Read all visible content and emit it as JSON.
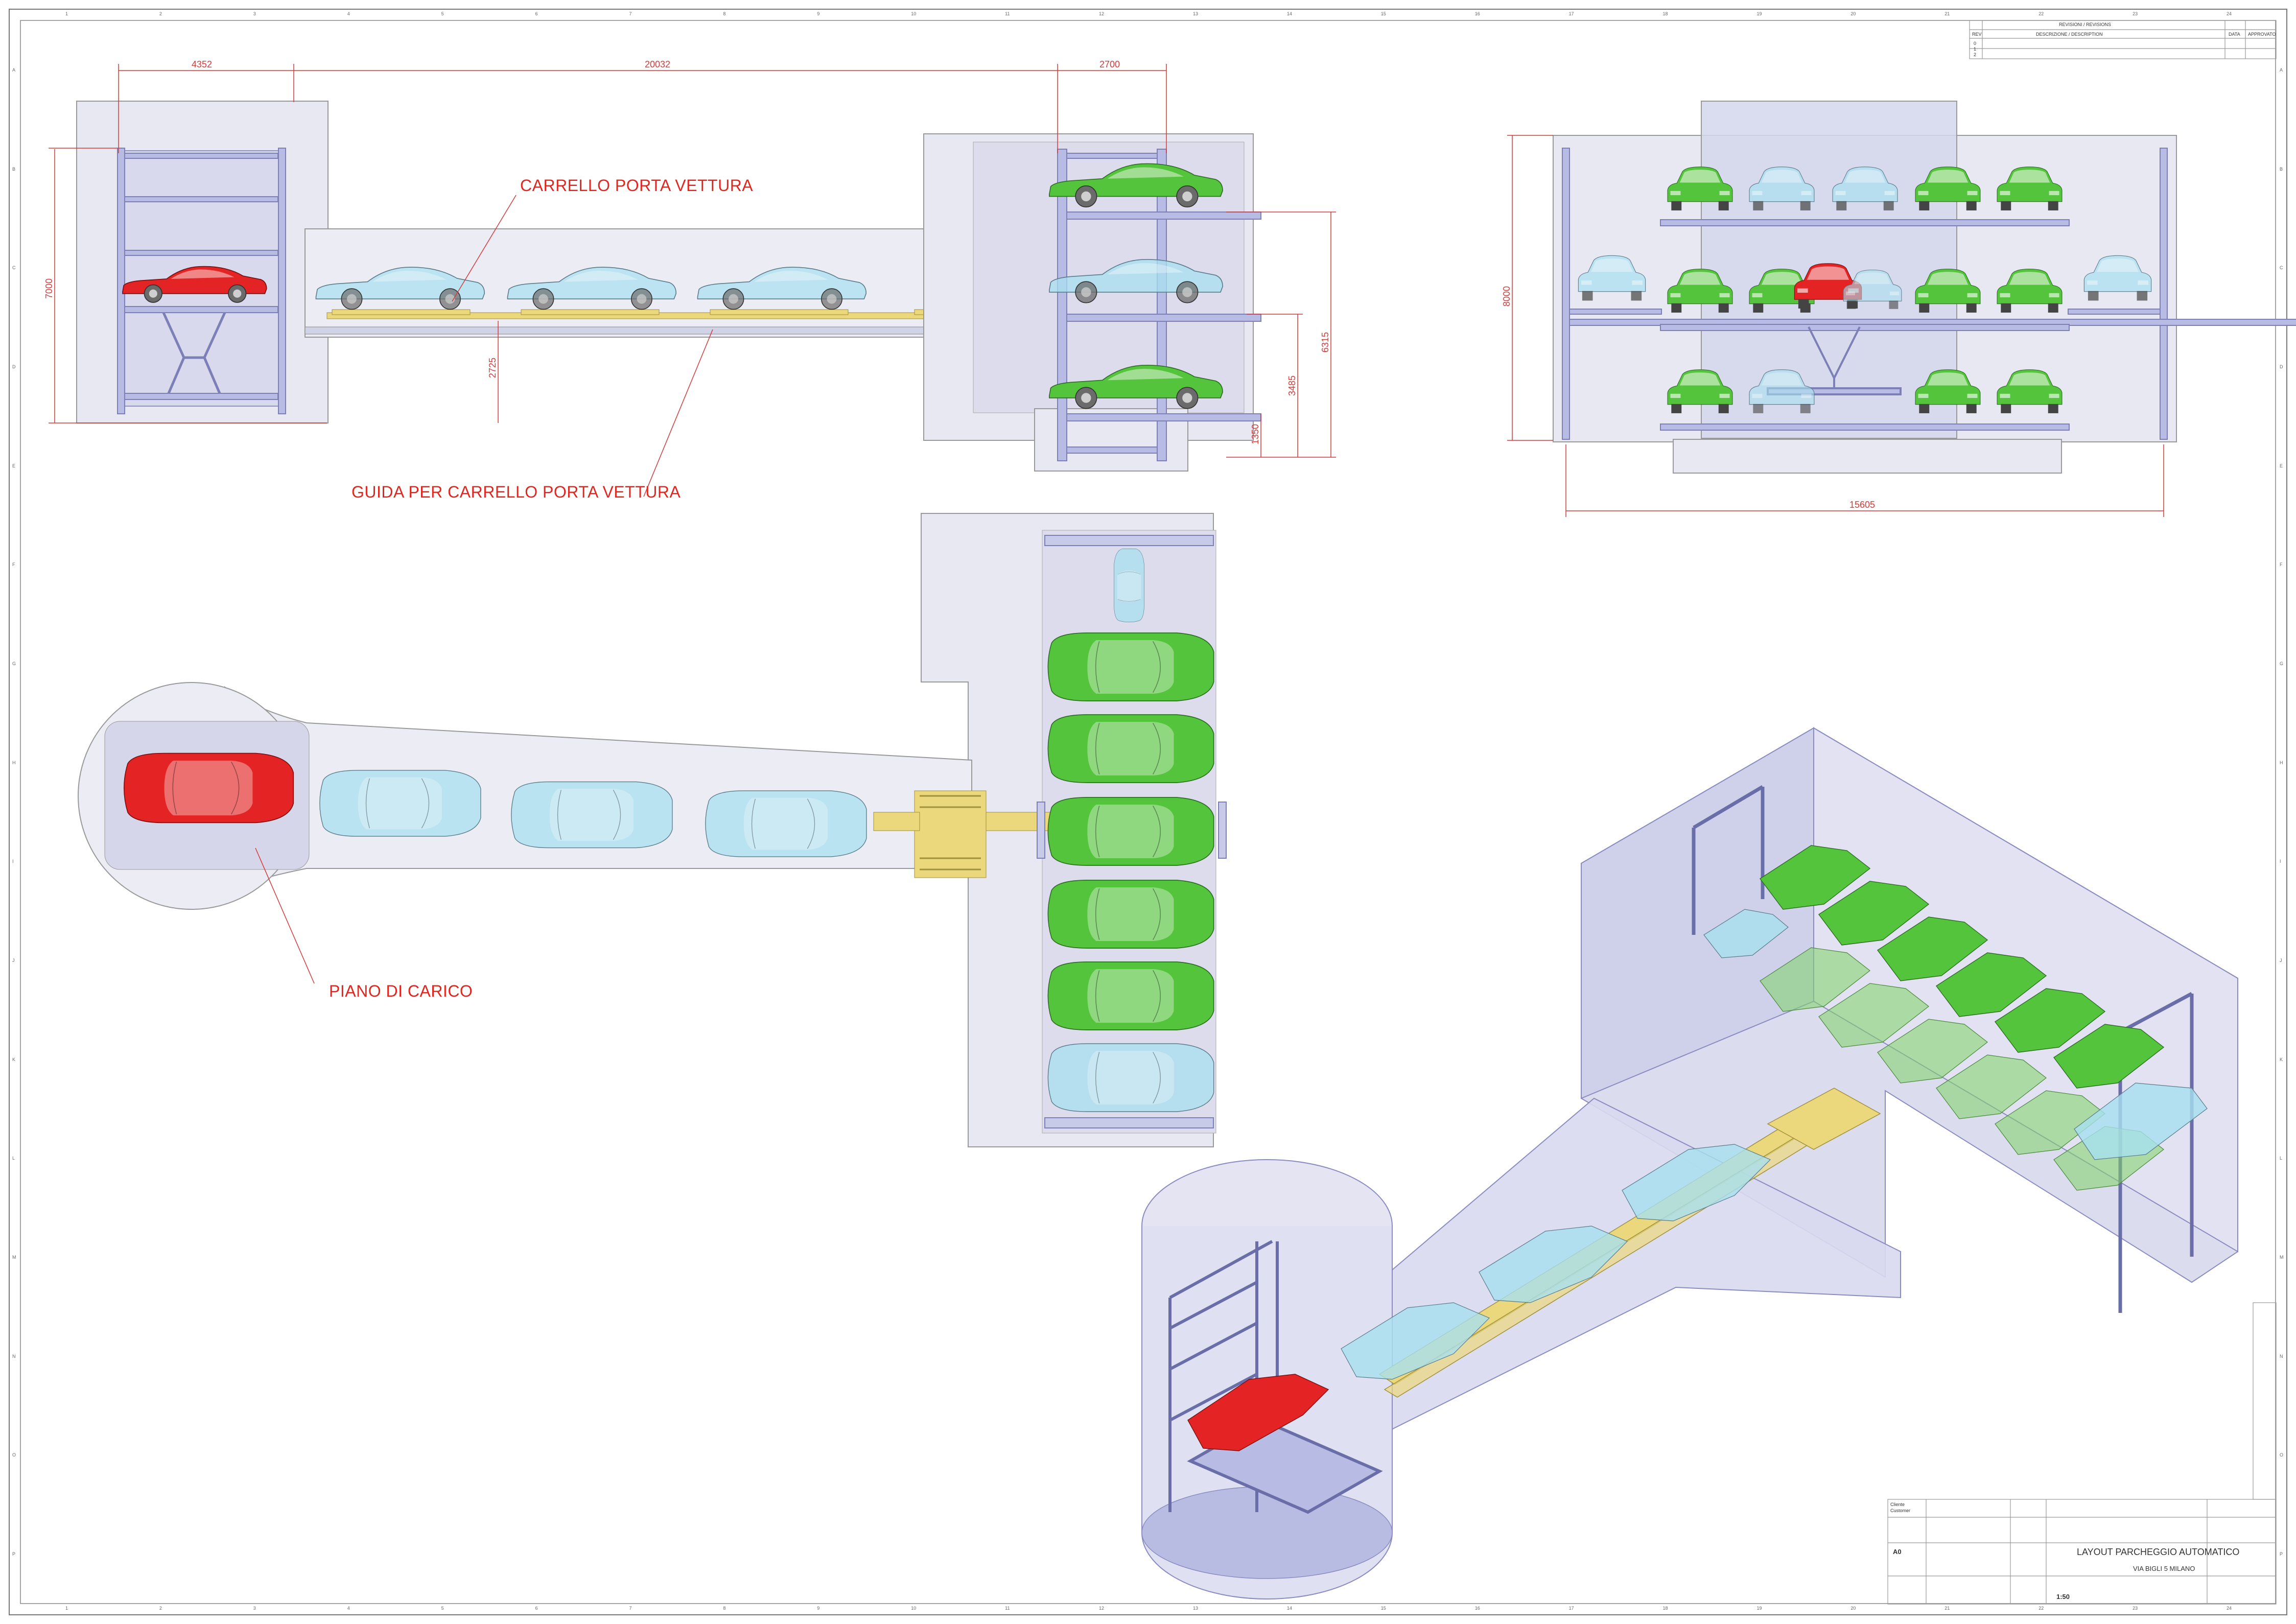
{
  "labels": {
    "carrello": "CARRELLO PORTA VETTURA",
    "guida": "GUIDA PER CARRELLO PORTA VETTURA",
    "piano": "PIANO DI CARICO"
  },
  "dimensions": {
    "top_left": "4352",
    "top_mid": "20032",
    "top_right": "2700",
    "height_left": "7000",
    "height_pit": "2725",
    "right_6315": "6315",
    "right_3485": "3485",
    "right_1350": "1350",
    "front_height": "8000",
    "front_width": "15605"
  },
  "title_block": {
    "client_label": "Cliente",
    "client_value": "Customer",
    "format": "A0",
    "title_line1": "LAYOUT PARCHEGGIO AUTOMATICO",
    "title_line2": "VIA BIGLI 5 MILANO",
    "scale": "1:50",
    "revision_header": "REVISIONI / REVISIONS",
    "rev_col1": "REV",
    "rev_col2": "DESCRIZIONE / DESCRIPTION",
    "rev_col3": "DATA",
    "rev_col4": "APPROVATO",
    "rev_rows": [
      "0",
      "1",
      "2"
    ]
  },
  "grid": {
    "cols": [
      "1",
      "2",
      "3",
      "4",
      "5",
      "6",
      "7",
      "8",
      "9",
      "10",
      "11",
      "12",
      "13",
      "14",
      "15",
      "16",
      "17",
      "18",
      "19",
      "20",
      "21",
      "22",
      "23",
      "24"
    ],
    "rows": [
      "A",
      "B",
      "C",
      "D",
      "E",
      "F",
      "G",
      "H",
      "I",
      "J",
      "K",
      "L",
      "M",
      "N",
      "O",
      "P"
    ]
  },
  "colors": {
    "red_car": "#e42424",
    "green_car": "#54c43c",
    "glass_car": "#a8e0ef",
    "structure": "#b8bce4",
    "concrete": "#e8e8f2",
    "annotation": "#e0261f",
    "rail": "#ecd87c"
  }
}
